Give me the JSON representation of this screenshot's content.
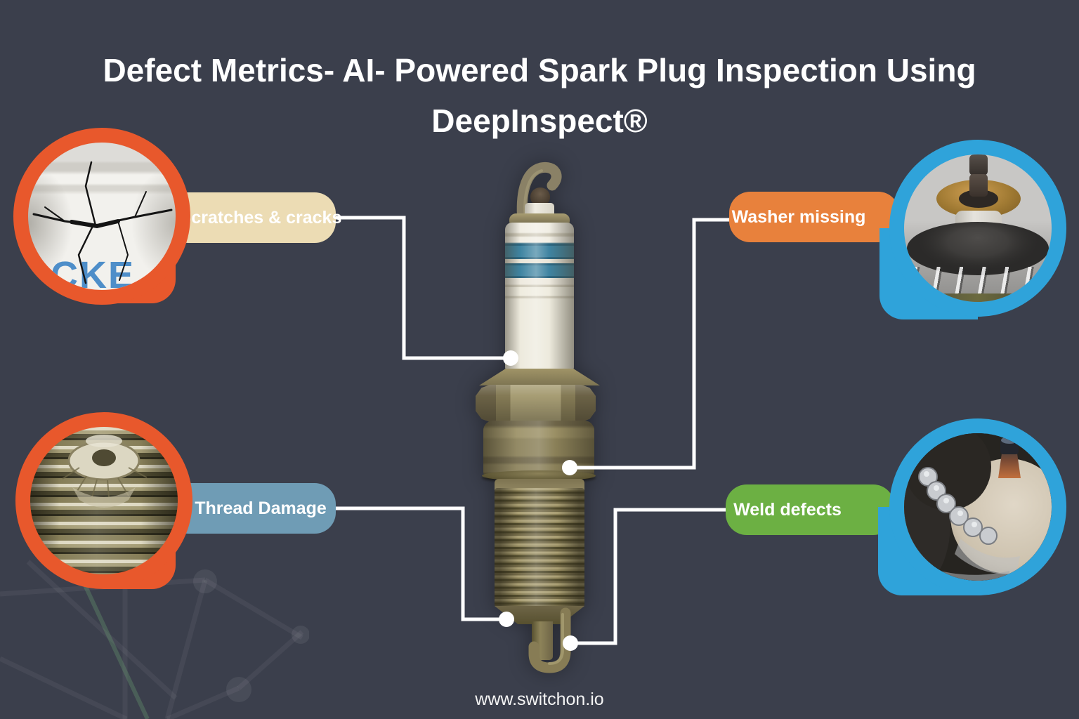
{
  "title": {
    "line1": "Defect Metrics- AI- Powered Spark Plug Inspection Using",
    "line2": "DeepInspect®"
  },
  "footer": {
    "url": "www.switchon.io"
  },
  "colors": {
    "background": "#3b3f4c",
    "titleText": "#ffffff",
    "accentOrange": "#e8582c",
    "accentBlue": "#2fa3da",
    "labelCream": "#ecdcb4",
    "labelOrange": "#e8813c",
    "labelSteelBlue": "#6f9cb5",
    "labelGreen": "#6cb043",
    "connectorWhite": "#ffffff"
  },
  "callouts": [
    {
      "id": "scratches",
      "label": "Scratches & cracks",
      "position": "top-left",
      "photo_name": "cracked-ceramic-insulator-photo",
      "photo_text": "CKE"
    },
    {
      "id": "washer",
      "label": "Washer missing",
      "position": "top-right",
      "photo_name": "spark-plug-top-missing-washer-photo"
    },
    {
      "id": "thread",
      "label": "Thread Damage",
      "position": "bottom-left",
      "photo_name": "damaged-thread-macro-photo"
    },
    {
      "id": "weld",
      "label": "Weld defects",
      "position": "bottom-right",
      "photo_name": "weld-defect-macro-photo"
    }
  ]
}
